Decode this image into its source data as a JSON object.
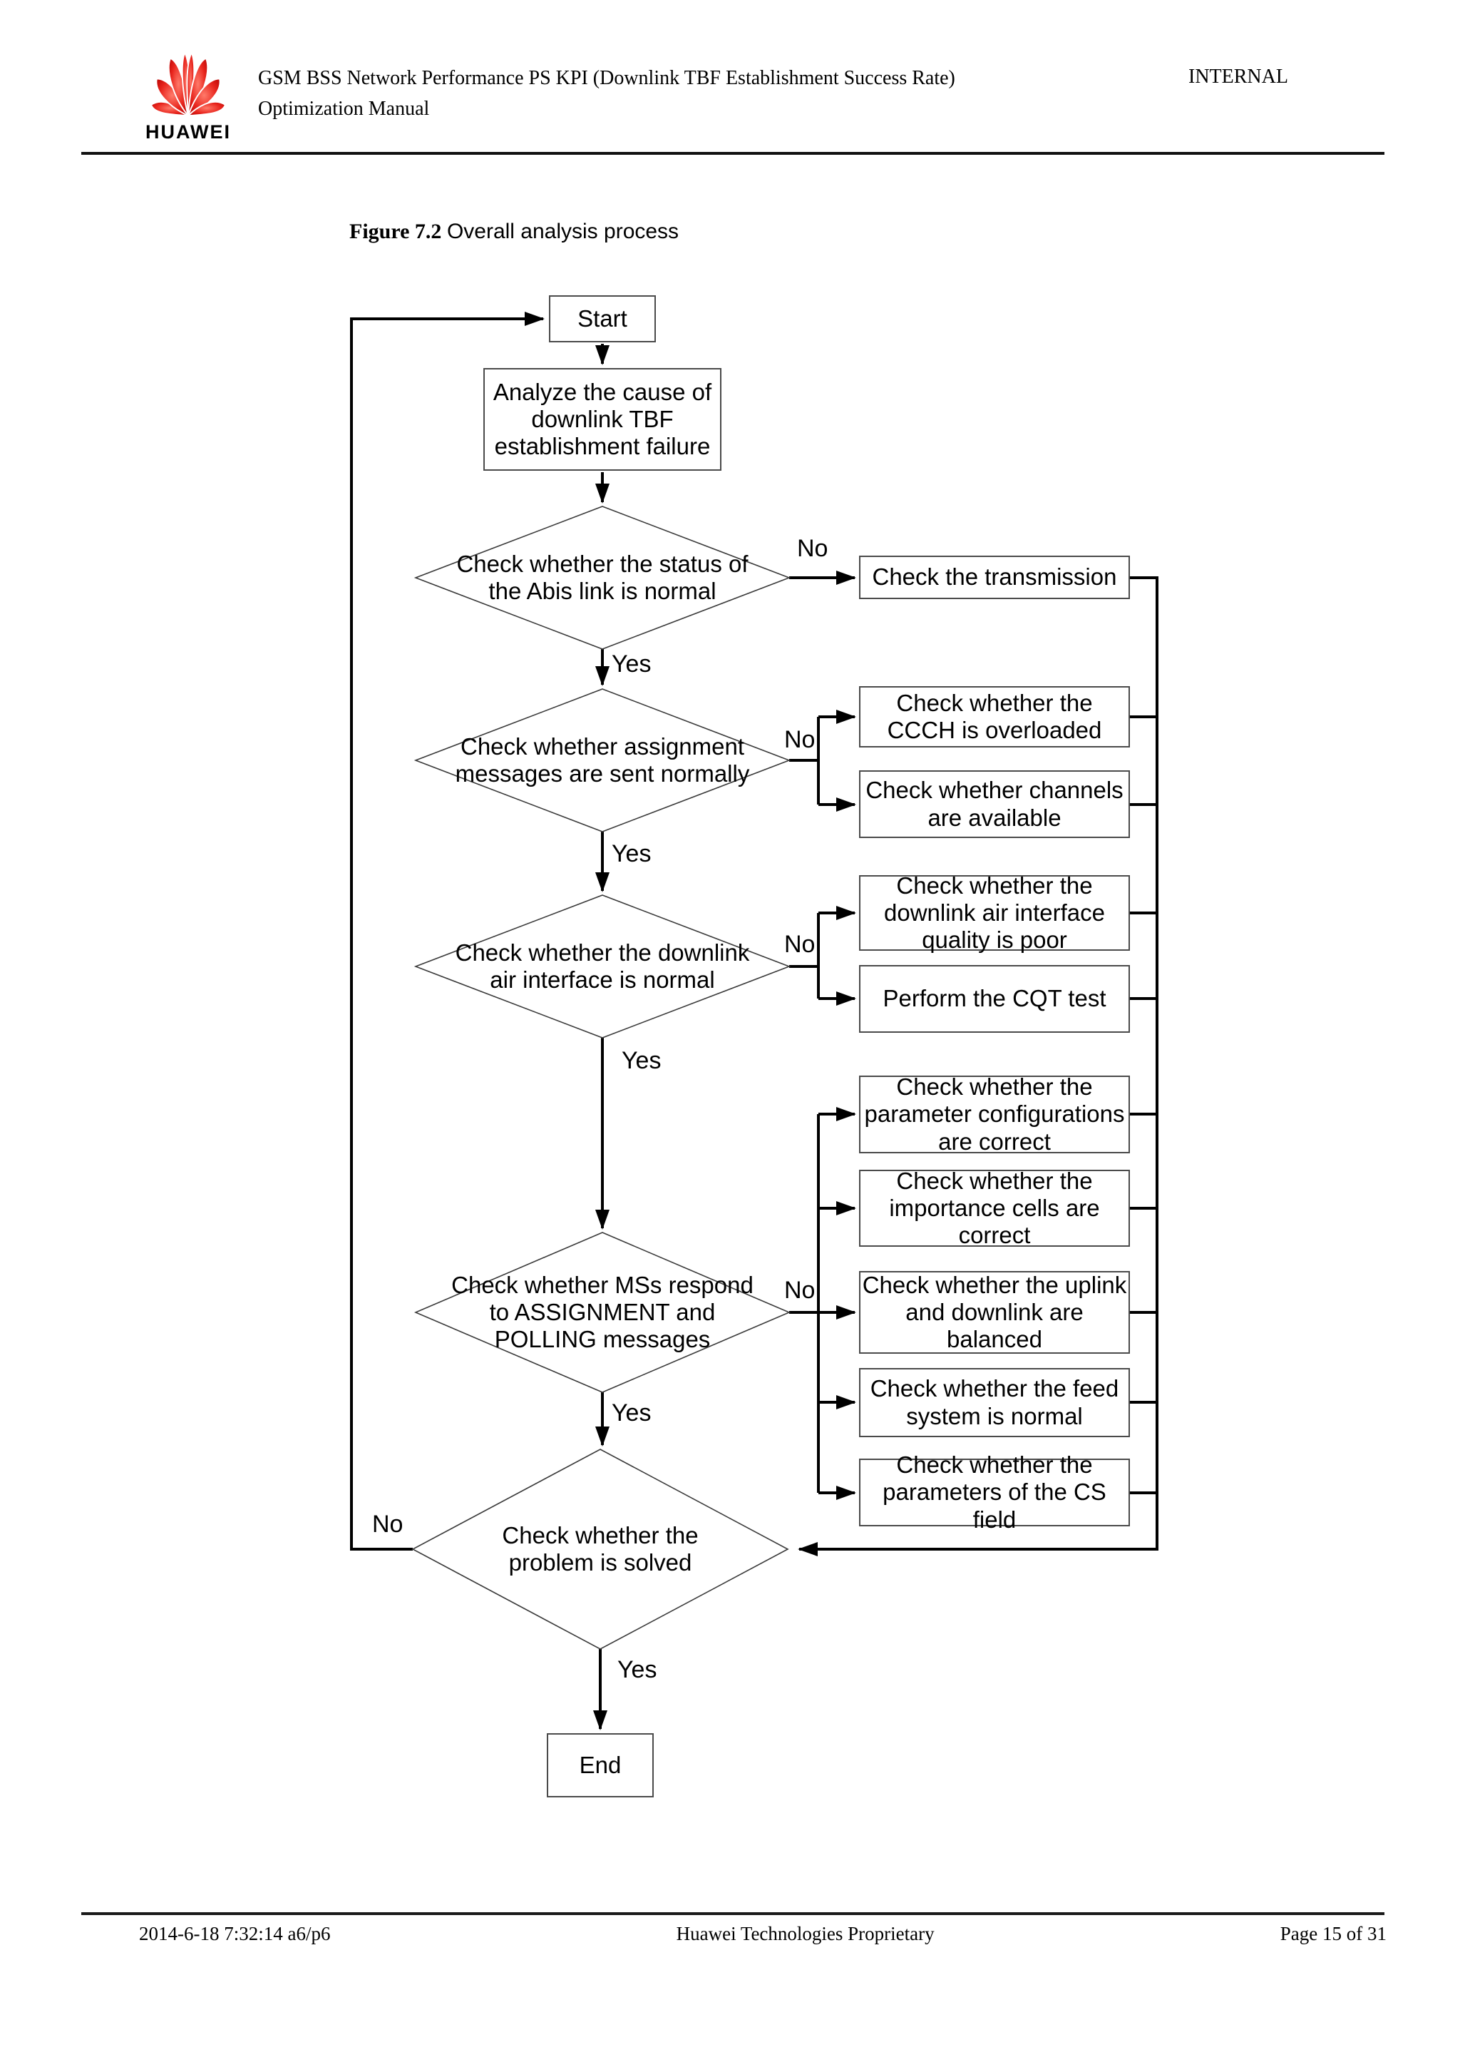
{
  "header": {
    "logo_text": "HUAWEI",
    "title_line1": "GSM BSS Network Performance PS KPI (Downlink TBF Establishment Success Rate)",
    "title_line2": "Optimization Manual",
    "classification": "INTERNAL"
  },
  "figure": {
    "label": "Figure 7.2",
    "caption": "Overall analysis process"
  },
  "flowchart": {
    "labels": {
      "yes": "Yes",
      "no": "No"
    },
    "nodes": {
      "start": "Start",
      "analyze": "Analyze the cause of downlink TBF establishment failure",
      "d_abis": "Check whether the status of the Abis link is normal",
      "transmission": "Check the transmission",
      "d_assignment": "Check whether assignment messages are sent normally",
      "ccch": "Check whether the CCCH is overloaded",
      "channels": "Check whether channels are available",
      "d_air": "Check whether the downlink air interface is normal",
      "air_quality": "Check whether the downlink air interface quality is poor",
      "cqt": "Perform the CQT test",
      "d_ms": "Check whether MSs respond to ASSIGNMENT and POLLING messages",
      "param": "Check whether the parameter configurations are correct",
      "cells": "Check whether the importance cells are correct",
      "uplink": "Check whether the uplink and downlink are balanced",
      "feed": "Check whether the feed system is normal",
      "cs": "Check whether the parameters of the CS field",
      "d_solved": "Check whether the problem is solved",
      "end": "End"
    }
  },
  "footer": {
    "timestamp": "2014-6-18 7:32:14 a6/p6",
    "center": "Huawei Technologies Proprietary",
    "page": "Page 15 of 31"
  }
}
